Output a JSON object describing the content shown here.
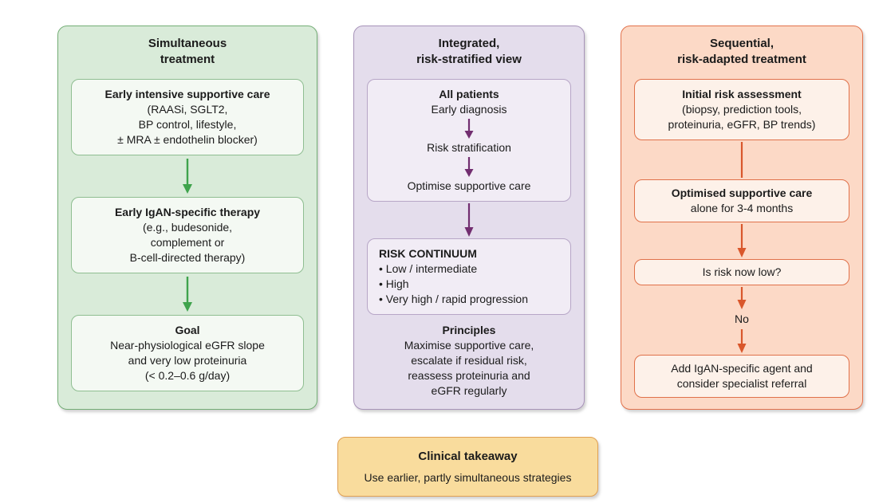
{
  "colors": {
    "green_panel_fill": "#d9ebd9",
    "green_panel_border": "#74ae76",
    "green_box_fill": "#f4f9f3",
    "green_box_border": "#8fbe91",
    "green_arrow": "#3fa34c",
    "purple_panel_fill": "#e4ddec",
    "purple_panel_border": "#a793b9",
    "purple_box_fill": "#f1ecf5",
    "purple_box_border": "#b7a6c7",
    "purple_arrow": "#722e70",
    "orange_panel_fill": "#fcd9c6",
    "orange_panel_border": "#e2714b",
    "orange_box_fill": "#fdf1e9",
    "orange_box_border": "#e0714a",
    "orange_arrow": "#d9572b",
    "yellow_fill": "#f9dc9d",
    "yellow_border": "#e0a053",
    "text": "#1b1b1b"
  },
  "columns": {
    "simultaneous": {
      "title": "Simultaneous\ntreatment",
      "boxes": [
        {
          "heading": "Early intensive supportive care",
          "body": "(RAASi, SGLT2,\nBP control, lifestyle,\n± MRA ± endothelin blocker)"
        },
        {
          "heading": "Early IgAN-specific therapy",
          "body": "(e.g., budesonide,\ncomplement or\nB-cell-directed therapy)"
        },
        {
          "heading": "Goal",
          "body": "Near-physiological eGFR slope\nand very low proteinuria\n(< 0.2–0.6 g/day)"
        }
      ]
    },
    "integrated": {
      "title": "Integrated,\nrisk-stratified view",
      "box1": {
        "heading": "All patients",
        "step1": "Early diagnosis",
        "step2": "Risk stratification",
        "step3": "Optimise supportive care"
      },
      "box2": {
        "heading": "RISK CONTINUUM",
        "bullets": "• Low / intermediate\n• High\n• Very high / rapid progression"
      },
      "principles": {
        "heading": "Principles",
        "body": "Maximise supportive care,\nescalate if residual risk,\nreassess proteinuria and\neGFR regularly"
      }
    },
    "sequential": {
      "title": "Sequential,\nrisk-adapted treatment",
      "box1": {
        "heading": "Initial risk assessment",
        "body": "(biopsy, prediction tools,\nproteinuria, eGFR, BP trends)"
      },
      "box2": {
        "heading": "Optimised supportive care",
        "body": "alone for 3-4 months"
      },
      "box3": {
        "text": "Is risk now low?"
      },
      "no_label": "No",
      "box4": {
        "text": "Add IgAN-specific agent and\nconsider specialist referral"
      }
    }
  },
  "takeaway": {
    "heading": "Clinical takeaway",
    "body": "Use earlier, partly simultaneous strategies"
  }
}
